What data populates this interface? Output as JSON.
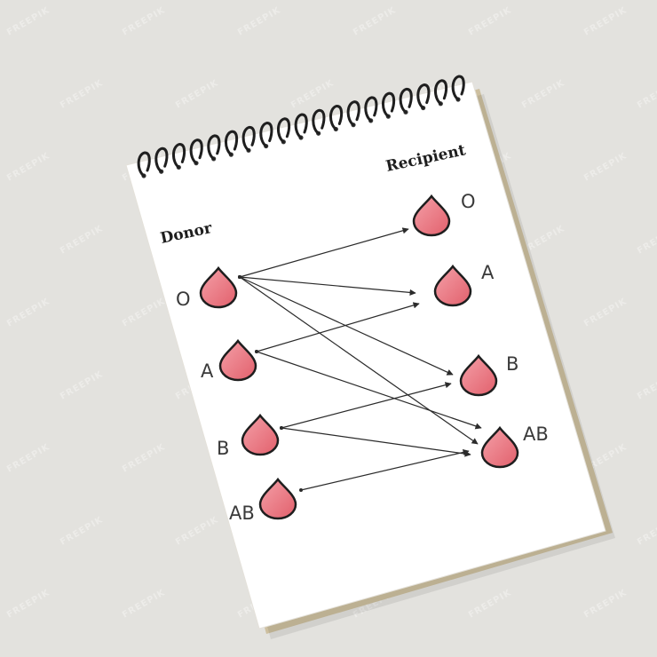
{
  "diagram": {
    "heading_left": "Donor",
    "heading_right": "Recipient",
    "donors": [
      {
        "id": "d-O",
        "label": "O"
      },
      {
        "id": "d-A",
        "label": "A"
      },
      {
        "id": "d-B",
        "label": "B"
      },
      {
        "id": "d-AB",
        "label": "AB"
      }
    ],
    "recipients": [
      {
        "id": "r-O",
        "label": "O"
      },
      {
        "id": "r-A",
        "label": "A"
      },
      {
        "id": "r-B",
        "label": "B"
      },
      {
        "id": "r-AB",
        "label": "AB"
      }
    ],
    "edges": [
      {
        "from": "O",
        "to": "O"
      },
      {
        "from": "O",
        "to": "A"
      },
      {
        "from": "O",
        "to": "B"
      },
      {
        "from": "O",
        "to": "AB"
      },
      {
        "from": "A",
        "to": "A"
      },
      {
        "from": "A",
        "to": "AB"
      },
      {
        "from": "B",
        "to": "B"
      },
      {
        "from": "B",
        "to": "AB"
      },
      {
        "from": "AB",
        "to": "AB"
      }
    ]
  },
  "watermark": "FREEPIK",
  "colors": {
    "background": "#e3e2de",
    "paper": "#ffffff",
    "drop_fill": "#e8707a",
    "drop_outline": "#1e1e1e",
    "ink": "#2b2b2b",
    "spiral": "#1f1f1f"
  }
}
